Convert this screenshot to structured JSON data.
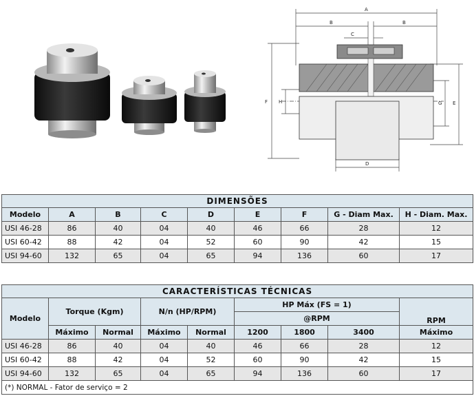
{
  "drawing_labels": {
    "a": "A",
    "b_left": "B",
    "b_right": "B",
    "c": "C",
    "f": "F",
    "h": "H",
    "g": "G",
    "e": "E",
    "d": "D"
  },
  "dimensions": {
    "title": "DIMENSÕES",
    "headers": [
      "Modelo",
      "A",
      "B",
      "C",
      "D",
      "E",
      "F",
      "G - Diam Max.",
      "H - Diam. Max."
    ],
    "rows": [
      [
        "USI 46-28",
        "86",
        "40",
        "04",
        "40",
        "46",
        "66",
        "28",
        "12"
      ],
      [
        "USI 60-42",
        "88",
        "42",
        "04",
        "52",
        "60",
        "90",
        "42",
        "15"
      ],
      [
        "USI 94-60",
        "132",
        "65",
        "04",
        "65",
        "94",
        "136",
        "60",
        "17"
      ]
    ]
  },
  "technical": {
    "title": "CARACTERÍSTICAS TÉCNICAS",
    "modelo": "Modelo",
    "torque": "Torque  (Kgm)",
    "nn": "N/n (HP/RPM)",
    "hp_line1": "HP Máx (FS = 1)",
    "hp_line2": "@RPM",
    "rpm": "RPM",
    "sub": [
      "Máximo",
      "Normal",
      "Máximo",
      "Normal",
      "1200",
      "1800",
      "3400",
      "Máximo"
    ],
    "rows": [
      [
        "USI 46-28",
        "86",
        "40",
        "04",
        "40",
        "46",
        "66",
        "28",
        "12"
      ],
      [
        "USI 60-42",
        "88",
        "42",
        "04",
        "52",
        "60",
        "90",
        "42",
        "15"
      ],
      [
        "USI 94-60",
        "132",
        "65",
        "04",
        "65",
        "94",
        "136",
        "60",
        "17"
      ]
    ],
    "note": "(*) NORMAL - Fator de serviço = 2"
  }
}
